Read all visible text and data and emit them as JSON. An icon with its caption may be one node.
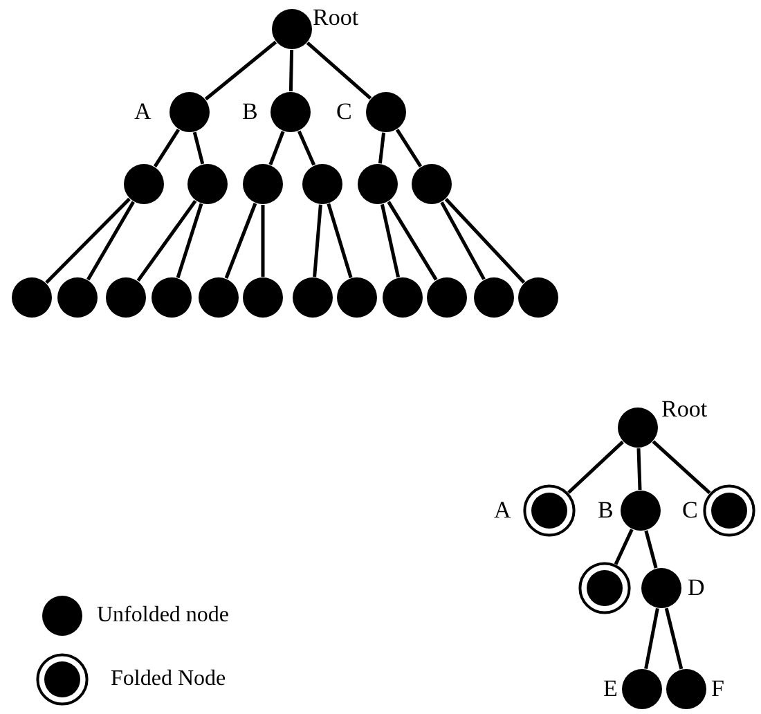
{
  "diagram": {
    "nodes": [
      {
        "text": [],
        "shape": "circle",
        "beside": [
          "Root"
        ]
      },
      {
        "text": [],
        "shape": "circle",
        "beside": [
          "A"
        ]
      },
      {
        "text": [],
        "shape": "circle",
        "beside": [
          "B"
        ]
      },
      {
        "text": [],
        "shape": "circle",
        "beside": [
          "C"
        ]
      },
      {
        "text": [],
        "shape": "circle"
      },
      {
        "text": [],
        "shape": "circle"
      },
      {
        "text": [],
        "shape": "circle"
      },
      {
        "text": [],
        "shape": "circle"
      },
      {
        "text": [],
        "shape": "circle"
      },
      {
        "text": [],
        "shape": "circle"
      },
      {
        "text": [],
        "shape": "circle"
      },
      {
        "text": [],
        "shape": "circle"
      },
      {
        "text": [],
        "shape": "circle"
      },
      {
        "text": [],
        "shape": "circle"
      },
      {
        "text": [],
        "shape": "circle"
      },
      {
        "text": [],
        "shape": "circle"
      },
      {
        "text": [],
        "shape": "circle"
      },
      {
        "text": [],
        "shape": "circle"
      },
      {
        "text": [],
        "shape": "circle"
      },
      {
        "text": [],
        "shape": "circle"
      },
      {
        "text": [],
        "shape": "circle"
      },
      {
        "text": [],
        "shape": "circle"
      },
      {
        "text": [],
        "shape": "circle",
        "beside": [
          "Root"
        ]
      },
      {
        "text": [],
        "shape": "ring",
        "beside": [
          "A"
        ]
      },
      {
        "text": [],
        "shape": "circle",
        "beside": [
          "B"
        ]
      },
      {
        "text": [],
        "shape": "ring",
        "beside": [
          "C"
        ]
      },
      {
        "text": [],
        "shape": "ring"
      },
      {
        "text": [],
        "shape": "circle",
        "beside": [
          "D"
        ]
      },
      {
        "text": [],
        "shape": "circle",
        "beside": [
          "E"
        ]
      },
      {
        "text": [],
        "shape": "circle",
        "beside": [
          "F"
        ]
      }
    ],
    "edges": [
      {
        "from": 0,
        "to": 1,
        "arrow": "none"
      },
      {
        "from": 0,
        "to": 2,
        "arrow": "none"
      },
      {
        "from": 0,
        "to": 3,
        "arrow": "none"
      },
      {
        "from": 1,
        "to": 4,
        "arrow": "none"
      },
      {
        "from": 1,
        "to": 5,
        "arrow": "none"
      },
      {
        "from": 2,
        "to": 6,
        "arrow": "none"
      },
      {
        "from": 2,
        "to": 7,
        "arrow": "none"
      },
      {
        "from": 3,
        "to": 8,
        "arrow": "none"
      },
      {
        "from": 3,
        "to": 9,
        "arrow": "none"
      },
      {
        "from": 4,
        "to": 10,
        "arrow": "none"
      },
      {
        "from": 4,
        "to": 11,
        "arrow": "none"
      },
      {
        "from": 5,
        "to": 12,
        "arrow": "none"
      },
      {
        "from": 5,
        "to": 13,
        "arrow": "none"
      },
      {
        "from": 6,
        "to": 14,
        "arrow": "none"
      },
      {
        "from": 6,
        "to": 15,
        "arrow": "none"
      },
      {
        "from": 7,
        "to": 16,
        "arrow": "none"
      },
      {
        "from": 7,
        "to": 17,
        "arrow": "none"
      },
      {
        "from": 8,
        "to": 18,
        "arrow": "none"
      },
      {
        "from": 8,
        "to": 19,
        "arrow": "none"
      },
      {
        "from": 9,
        "to": 20,
        "arrow": "none"
      },
      {
        "from": 9,
        "to": 21,
        "arrow": "none"
      },
      {
        "from": 22,
        "to": 23,
        "arrow": "none"
      },
      {
        "from": 22,
        "to": 24,
        "arrow": "none"
      },
      {
        "from": 22,
        "to": 25,
        "arrow": "none"
      },
      {
        "from": 24,
        "to": 26,
        "arrow": "none"
      },
      {
        "from": 24,
        "to": 27,
        "arrow": "none"
      },
      {
        "from": 27,
        "to": 28,
        "arrow": "none"
      },
      {
        "from": 27,
        "to": 29,
        "arrow": "none"
      }
    ],
    "legend": [
      {
        "text": "Unfolded node"
      },
      {
        "text": "Folded Node"
      }
    ]
  }
}
